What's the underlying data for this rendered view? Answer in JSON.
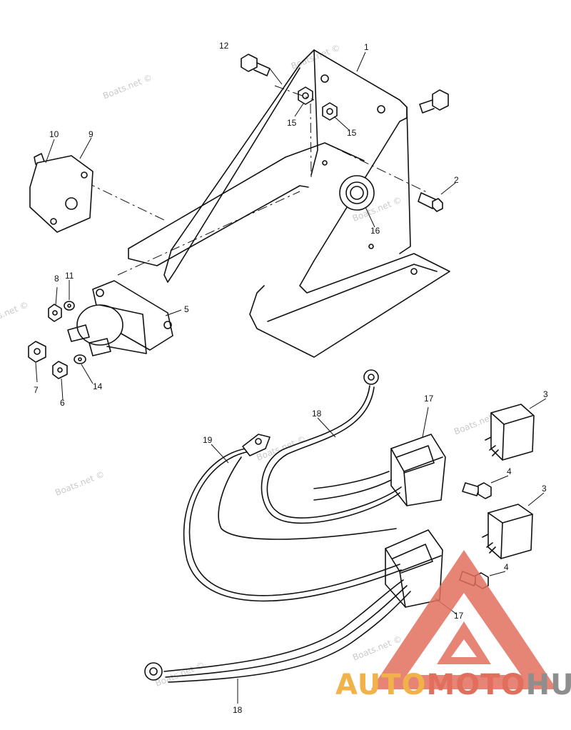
{
  "watermark": {
    "text": "Boats.net ©"
  },
  "callouts": {
    "c1": "1",
    "c2": "2",
    "c3a": "3",
    "c3b": "3",
    "c4a": "4",
    "c4b": "4",
    "c5": "5",
    "c6": "6",
    "c7": "7",
    "c8": "8",
    "c9": "9",
    "c10": "10",
    "c11": "11",
    "c12": "12",
    "c14": "14",
    "c15a": "15",
    "c15b": "15",
    "c16": "16",
    "c17a": "17",
    "c17b": "17",
    "c18a": "18",
    "c18b": "18",
    "c19": "19"
  },
  "logo": {
    "part1": "AUTO",
    "part2": "MOTO",
    "part3": "HUB"
  },
  "colors": {
    "logo_red": "#e26f5e",
    "logo_orange": "#f2b24a",
    "logo_gray": "#8e8e8e"
  }
}
